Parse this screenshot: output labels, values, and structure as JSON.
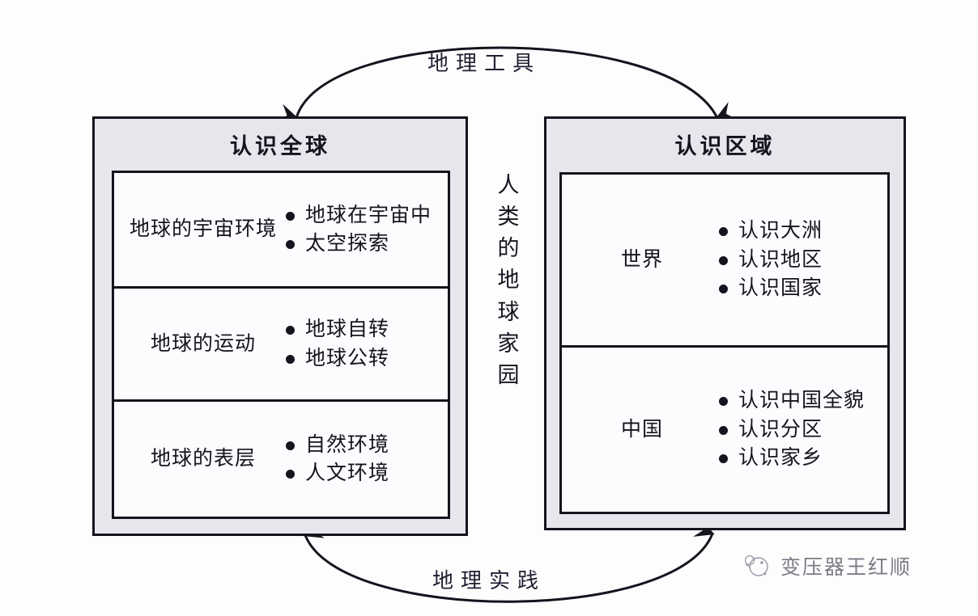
{
  "diagram": {
    "center_caption": "人类的地球家园",
    "center_caption_chars": [
      "人",
      "类",
      "的",
      "地",
      "球",
      "家",
      "园"
    ],
    "top_arc_label": "地理工具",
    "bottom_arc_label": "地理实践",
    "ink_color": "#14141e",
    "header_fill": "#e6e7ec",
    "panel_fill": "#fbfcfe"
  },
  "left_panel": {
    "title": "认识全球",
    "rows": [
      {
        "label": "地球的宇宙环境",
        "bullets": [
          "地球在宇宙中",
          "太空探索"
        ]
      },
      {
        "label": "地球的运动",
        "bullets": [
          "地球自转",
          "地球公转"
        ]
      },
      {
        "label": "地球的表层",
        "bullets": [
          "自然环境",
          "人文环境"
        ]
      }
    ]
  },
  "right_panel": {
    "title": "认识区域",
    "rows": [
      {
        "label": "世界",
        "bullets": [
          "认识大洲",
          "认识地区",
          "认识国家"
        ]
      },
      {
        "label": "中国",
        "bullets": [
          "认识中国全貌",
          "认识分区",
          "认识家乡"
        ]
      }
    ]
  },
  "watermark": {
    "text": "变压器王红顺",
    "icon": "circle-logo-icon"
  }
}
